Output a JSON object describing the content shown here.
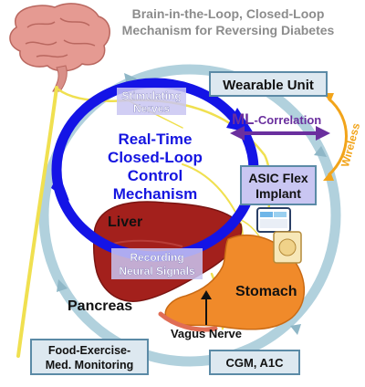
{
  "title": {
    "line1": "Brain-in-the-Loop, Closed-Loop",
    "line2": "Mechanism for Reversing Diabetes"
  },
  "boxes": {
    "wearable_unit": "Wearable Unit",
    "asic_line1": "ASIC Flex",
    "asic_line2": "Implant",
    "food_line1": "Food-Exercise-",
    "food_line2": "Med. Monitoring",
    "cgm": "CGM, A1C"
  },
  "labels": {
    "stimulating_line1": "Stimulating",
    "stimulating_line2": "Nerves",
    "recording_line1": "Recording",
    "recording_line2": "Neural Signals",
    "ml_prefix": "ML",
    "ml_suffix": "-Correlation",
    "wireless": "Wireless",
    "liver": "Liver",
    "pancreas": "Pancreas",
    "stomach": "Stomach",
    "vagus_nerve": "Vagus Nerve"
  },
  "center": {
    "line1": "Real-Time",
    "line2": "Closed-Loop",
    "line3": "Control",
    "line4": "Mechanism"
  },
  "colors": {
    "title": "#8c8c8c",
    "outer_ring": "#a9ccd9",
    "inner_loop": "#1414e6",
    "center_text": "#1515e0",
    "box_fill": "#dde8f0",
    "box_border": "#5b8aa6",
    "asic_fill": "#c9c6f2",
    "ml_arrow": "#6a2f9e",
    "wireless": "#f2a41a",
    "nerve": "#f0e050",
    "liver": "#a3201c",
    "stomach": "#f08a2a",
    "brain": "#e59a92"
  }
}
